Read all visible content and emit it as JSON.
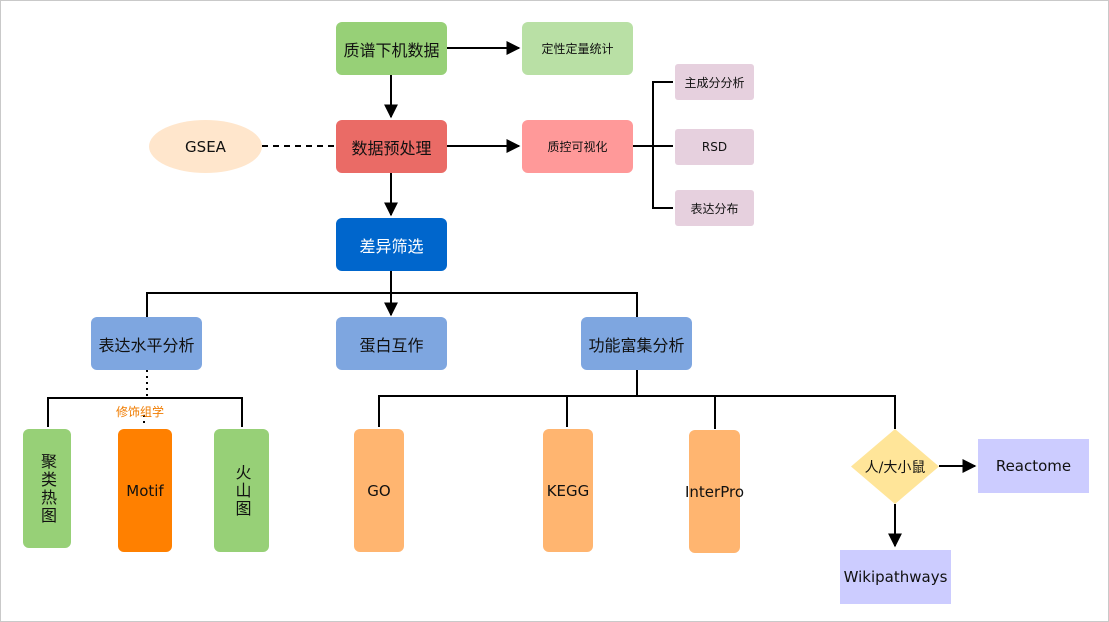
{
  "colors": {
    "green": "#97d077",
    "light_green": "#b9e0a5",
    "red": "#ea6b66",
    "pink": "#ff9999",
    "purple_gray": "#e6d0de",
    "blue_dark": "#0066cc",
    "blue_mid": "#7ea6e0",
    "orange_peach": "#ffb570",
    "orange": "#ff8000",
    "peach_ellipse": "#ffe6cc",
    "diamond_yellow": "#ffe599",
    "lavender": "#ccccff",
    "annotation": "#f07c00",
    "line": "#000000"
  },
  "nodes": {
    "ms_data": "质谱下机数据",
    "quant": "定性定量统计",
    "preprocess": "数据预处理",
    "gsea": "GSEA",
    "qc_vis": "质控可视化",
    "pca": "主成分分析",
    "rsd": "RSD",
    "expr_dist": "表达分布",
    "diff_screen": "差异筛选",
    "expr_level": "表达水平分析",
    "ppi": "蛋白互作",
    "enrich": "功能富集分析",
    "cluster_heatmap": "聚类热图",
    "motif": "Motif",
    "volcano": "火山图",
    "go": "GO",
    "kegg": "KEGG",
    "interpro": "InterPro",
    "species": "人/大小鼠",
    "reactome": "Reactome",
    "wikipathways": "Wikipathways"
  },
  "annotations": {
    "modomics": "修饰组学"
  }
}
